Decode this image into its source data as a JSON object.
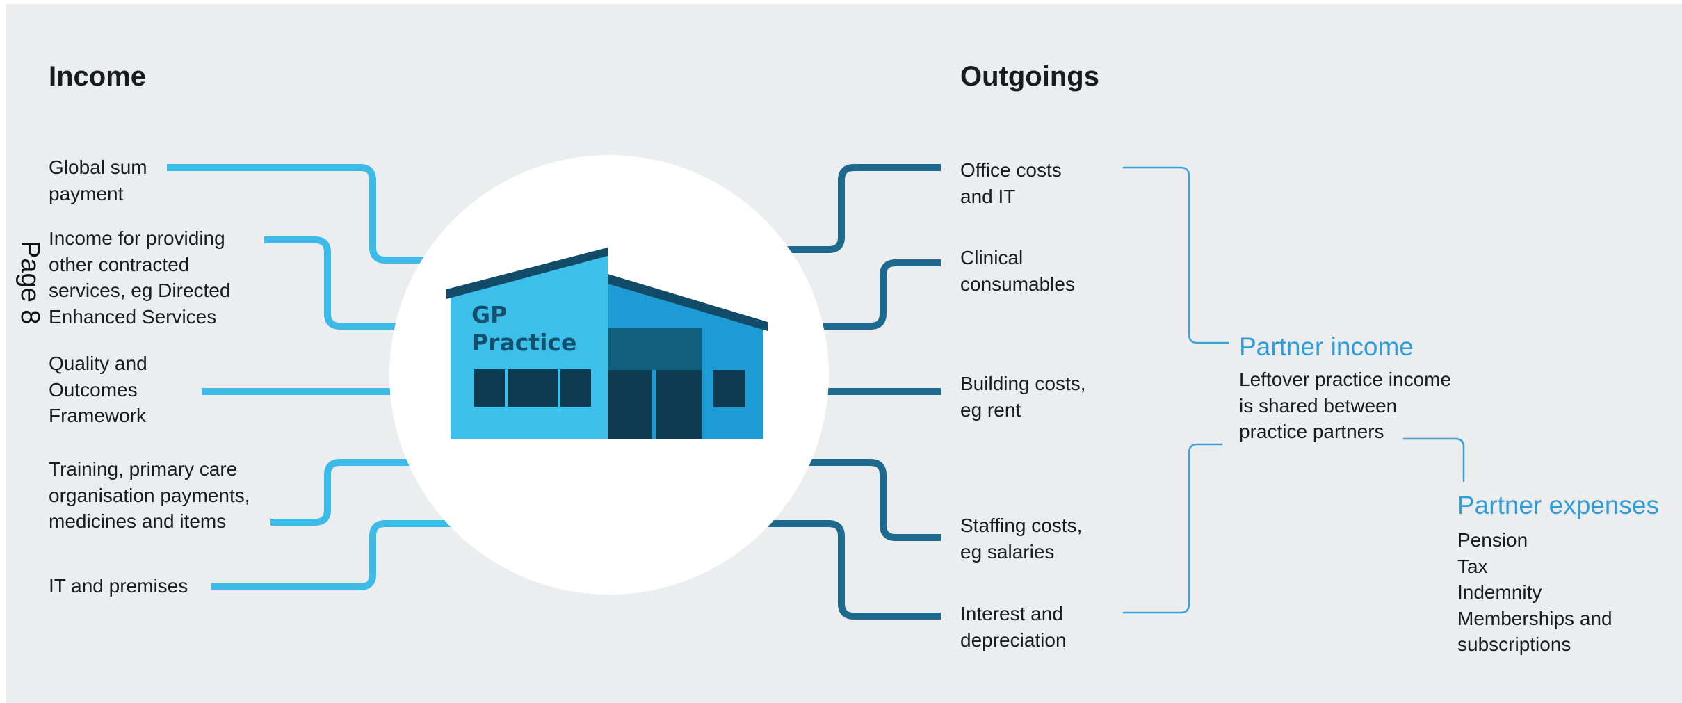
{
  "page_label": "Page 8",
  "income": {
    "heading": "Income",
    "items": [
      {
        "label": "Global sum\npayment"
      },
      {
        "label": "Income for providing\nother contracted\nservices, eg Directed\nEnhanced Services"
      },
      {
        "label": "Quality and\nOutcomes\nFramework"
      },
      {
        "label": "Training, primary care\norganisation payments,\nmedicines and items"
      },
      {
        "label": "IT and premises"
      }
    ]
  },
  "outgoings": {
    "heading": "Outgoings",
    "items": [
      {
        "label": "Office costs\nand IT"
      },
      {
        "label": "Clinical\nconsumables"
      },
      {
        "label": "Building costs,\neg rent"
      },
      {
        "label": "Staffing costs,\neg salaries"
      },
      {
        "label": "Interest and\ndepreciation"
      }
    ]
  },
  "center": {
    "building_label_line1": "GP",
    "building_label_line2": "Practice"
  },
  "partner_income": {
    "title": "Partner income",
    "description": "Leftover practice income\nis shared between\npractice partners"
  },
  "partner_expenses": {
    "title": "Partner expenses",
    "items": [
      "Pension",
      "Tax",
      "Indemnity",
      "Memberships and",
      "subscriptions"
    ]
  },
  "colors": {
    "income_line": "#3dbbe8",
    "outgoing_line": "#1d6a8e",
    "bracket_line": "#3aa3da",
    "partner_title": "#2f9ed8",
    "background": "#ecedef",
    "building_light": "#3cbfe9",
    "building_mid": "#1c9bd4",
    "building_dark": "#0d3a4e",
    "building_roof": "#124b68"
  }
}
